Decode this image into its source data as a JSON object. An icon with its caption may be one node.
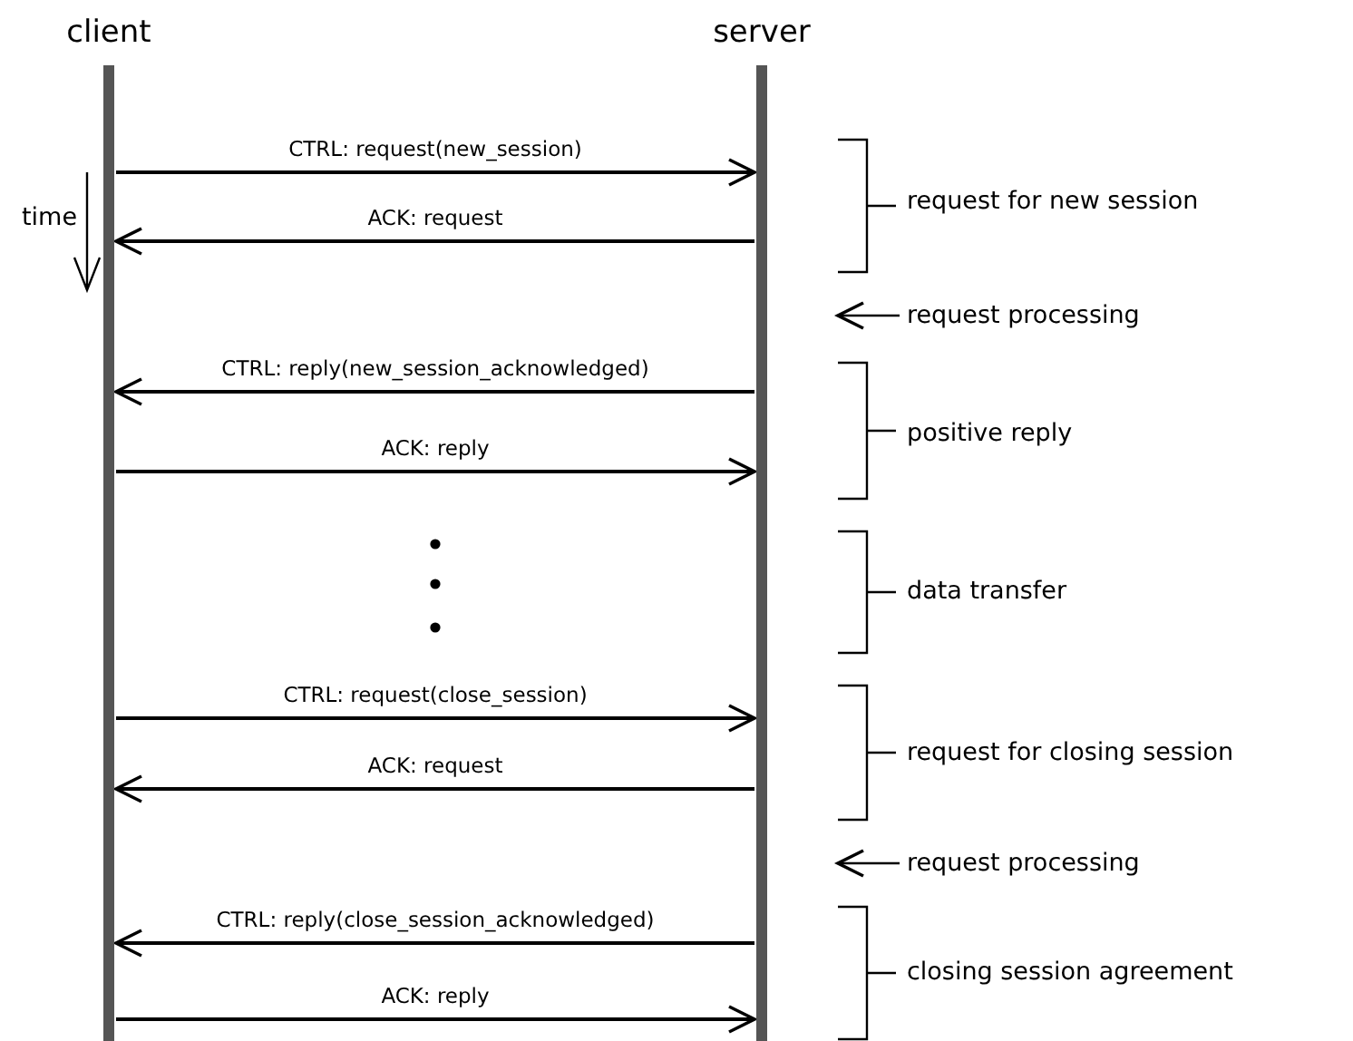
{
  "diagram": {
    "nodes": [
      {
        "text": [
          "client"
        ]
      },
      {
        "text": [
          "server"
        ]
      },
      {
        "text": [
          "request processing"
        ]
      },
      {
        "text": [
          "request processing"
        ]
      }
    ],
    "edges": [
      {
        "from": 0,
        "to": 1,
        "arrow": "to",
        "label": "CTRL: request(new_session)"
      },
      {
        "from": 1,
        "to": 0,
        "arrow": "to",
        "label": "ACK: request"
      },
      {
        "from": 1,
        "to": 0,
        "arrow": "to",
        "label": "CTRL: reply(new_session_acknowledged)"
      },
      {
        "from": 0,
        "to": 1,
        "arrow": "to",
        "label": "ACK: reply"
      },
      {
        "from": 0,
        "to": 1,
        "arrow": "to",
        "label": "CTRL: request(close_session)"
      },
      {
        "from": 1,
        "to": 0,
        "arrow": "to",
        "label": "ACK: request"
      },
      {
        "from": 1,
        "to": 0,
        "arrow": "to",
        "label": "CTRL: reply(close_session_acknowledged)"
      },
      {
        "from": 0,
        "to": 1,
        "arrow": "to",
        "label": "ACK: reply"
      },
      {
        "from": 2,
        "to": null,
        "arrow": "to"
      },
      {
        "from": 3,
        "to": null,
        "arrow": "to"
      }
    ],
    "labels": [
      "time",
      "request for new session",
      "positive reply",
      "data transfer",
      "request for closing session",
      "closing session agreement"
    ]
  }
}
